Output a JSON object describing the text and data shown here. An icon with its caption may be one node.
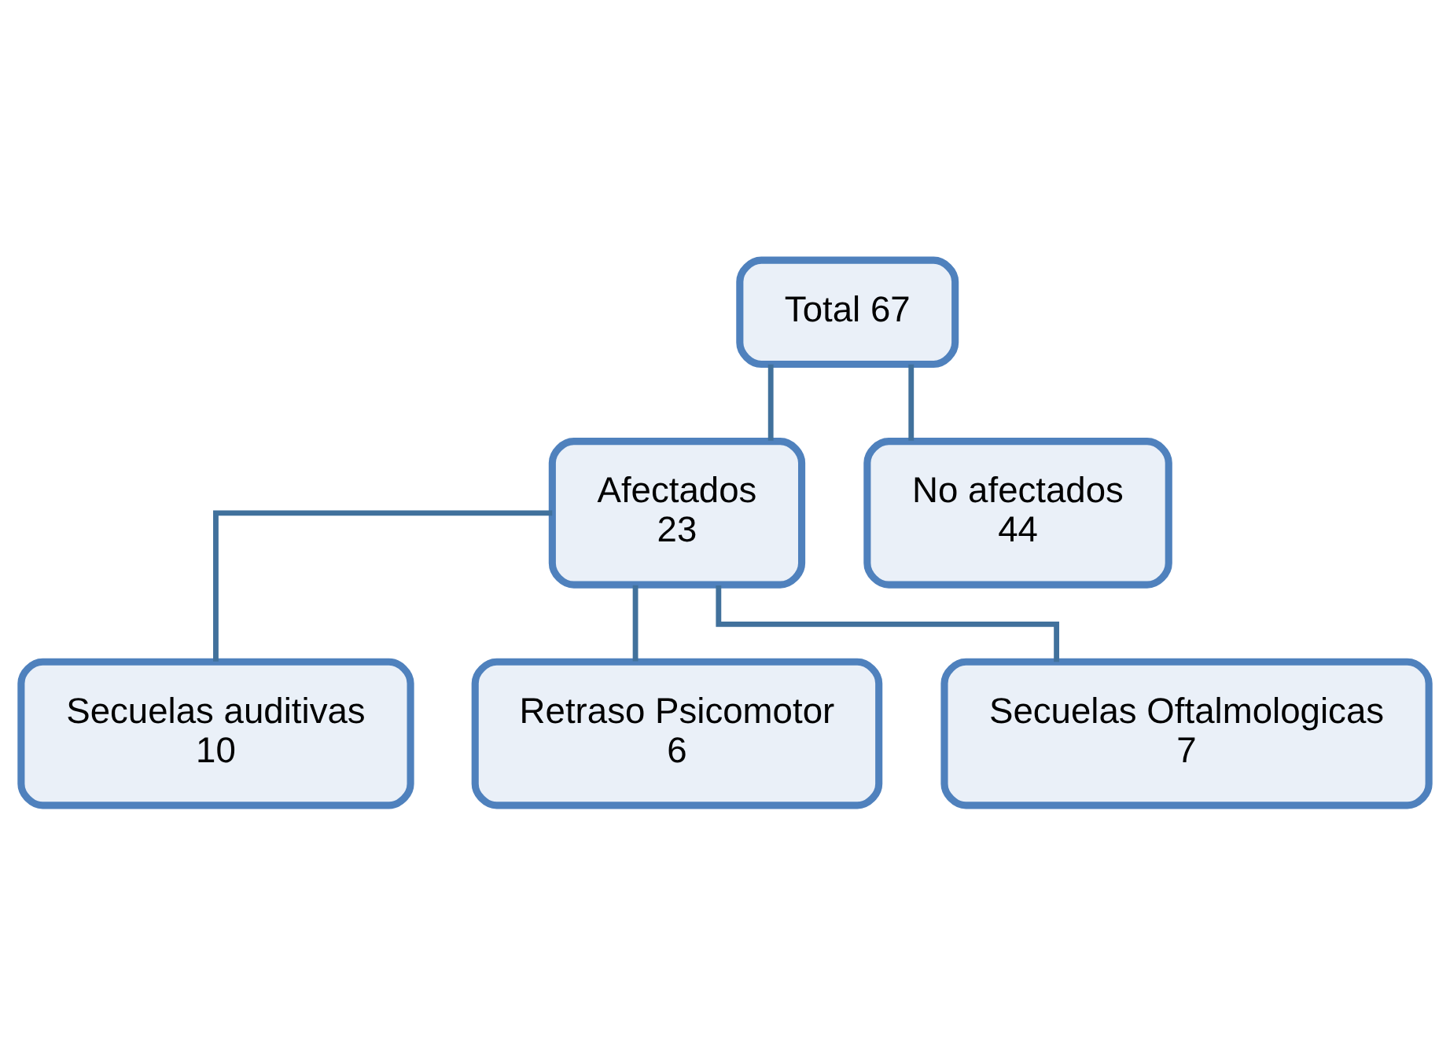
{
  "diagram": {
    "nodes": [
      {
        "text": [
          "Total 67"
        ]
      },
      {
        "text": [
          "Afectados",
          "23"
        ]
      },
      {
        "text": [
          "No afectados",
          "44"
        ]
      },
      {
        "text": [
          "Secuelas auditivas",
          "10"
        ]
      },
      {
        "text": [
          "Retraso Psicomotor",
          "6"
        ]
      },
      {
        "text": [
          "Secuelas Oftalmologicas",
          "7"
        ]
      }
    ],
    "edges": [
      {
        "from": 0,
        "to": 1,
        "arrow": "none"
      },
      {
        "from": 0,
        "to": 2,
        "arrow": "none"
      },
      {
        "from": 1,
        "to": 3,
        "arrow": "none"
      },
      {
        "from": 1,
        "to": 4,
        "arrow": "none"
      },
      {
        "from": 1,
        "to": 5,
        "arrow": "none"
      }
    ]
  }
}
